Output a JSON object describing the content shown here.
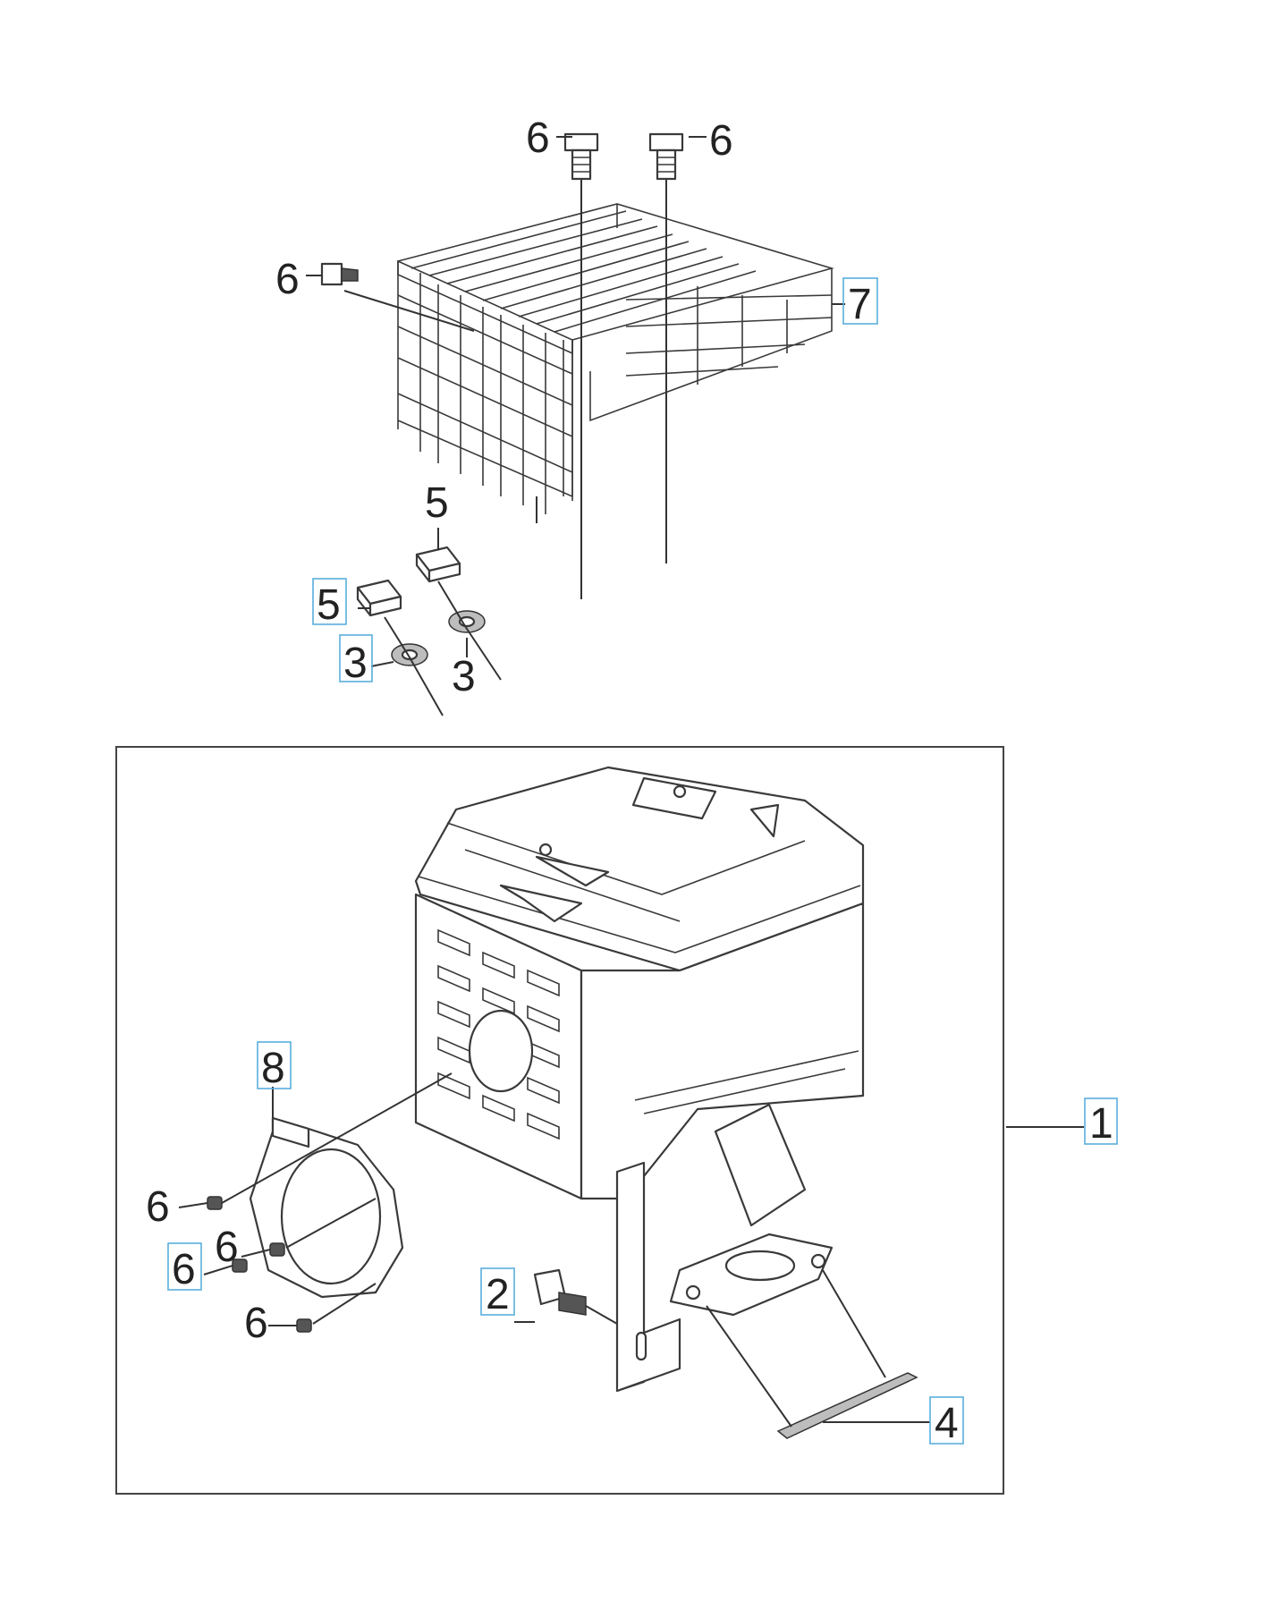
{
  "callouts": {
    "c1": "1",
    "c2": "2",
    "c3a": "3",
    "c3b": "3",
    "c4": "4",
    "c5a": "5",
    "c5b": "5",
    "c6_top_left": "6",
    "c6_top_right": "6",
    "c6_cage_left": "6",
    "c6_lower_a": "6",
    "c6_lower_b": "6",
    "c6_lower_c": "6",
    "c6_lower_d": "6",
    "c7": "7",
    "c8": "8"
  },
  "highlight_color": "#5aaedc",
  "line_color": "#333333"
}
